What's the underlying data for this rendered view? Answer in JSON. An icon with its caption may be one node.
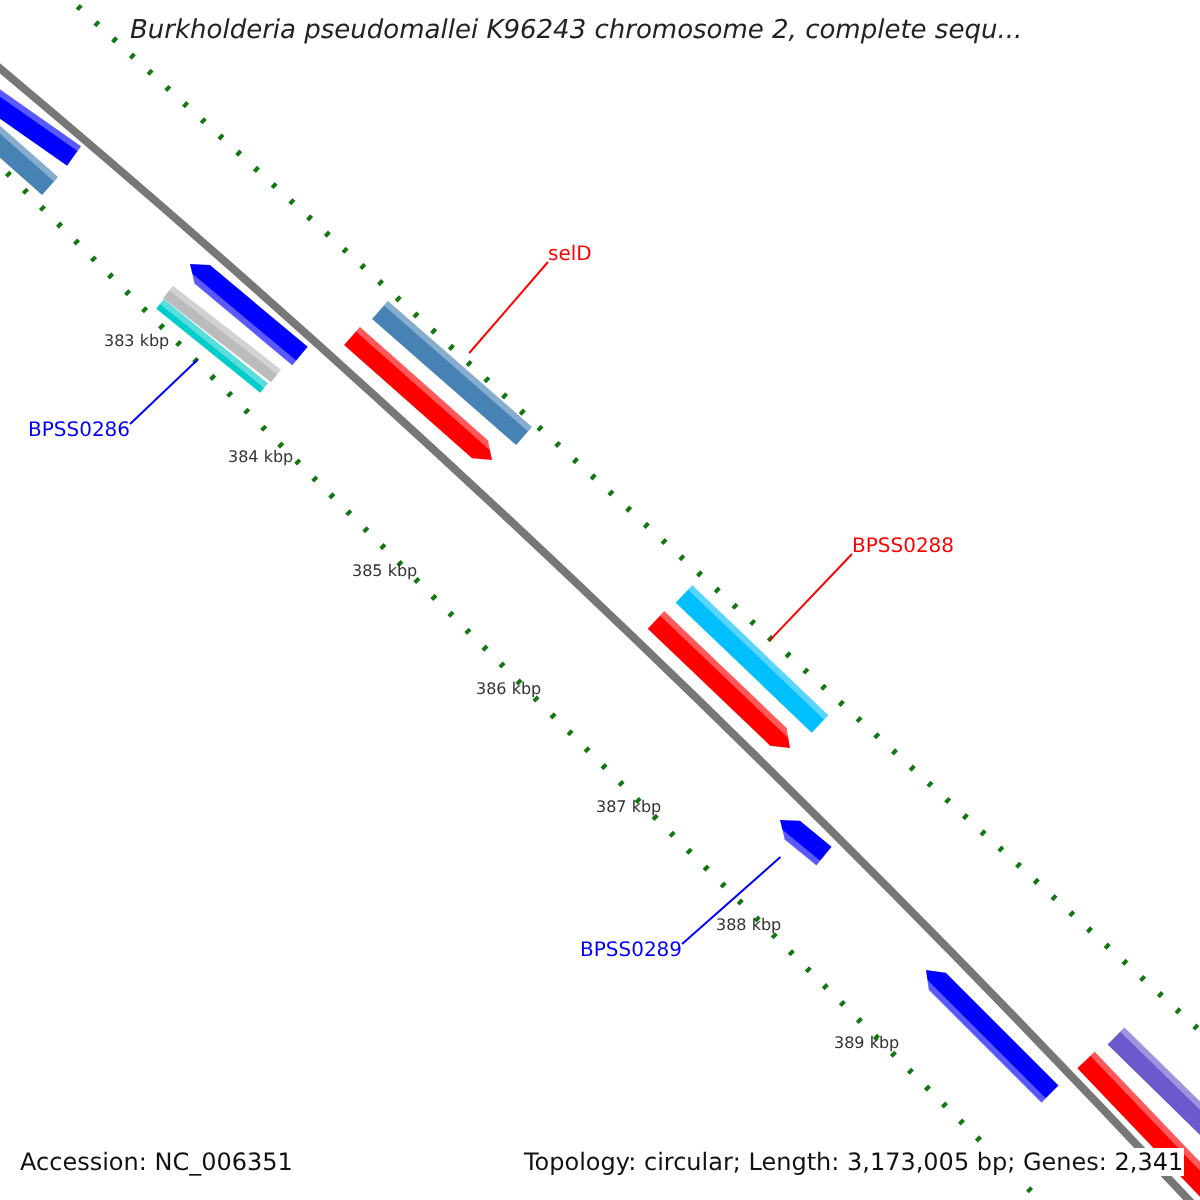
{
  "diagram": {
    "title": "Burkholderia pseudomallei K96243 chromosome 2, complete sequ...",
    "nodes": [
      {
        "text": [
          "selD"
        ]
      },
      {
        "text": [],
        "shape": "bar"
      },
      {
        "text": [
          "BPSS0288"
        ]
      },
      {
        "text": [],
        "shape": "bar"
      },
      {
        "text": [
          "BPSS0286"
        ]
      },
      {
        "text": [],
        "shape": "bar"
      },
      {
        "text": [
          "BPSS0289"
        ]
      },
      {
        "text": [],
        "shape": "bar"
      }
    ],
    "edges": [
      {
        "from": 0,
        "to": 1,
        "arrow": "none",
        "color": "#ff0000"
      },
      {
        "from": 2,
        "to": 3,
        "arrow": "none",
        "color": "#ff0000"
      },
      {
        "from": 4,
        "to": 5,
        "arrow": "none",
        "color": "#0000ff"
      },
      {
        "from": 6,
        "to": 7,
        "arrow": "none",
        "color": "#0000ff"
      }
    ],
    "labels": [
      "383 kbp",
      "384 kbp",
      "385 kbp",
      "386 kbp",
      "387 kbp",
      "388 kbp",
      "389 kbp",
      "Accession: NC_006351",
      "Topology: circular; Length: 3,173,005 bp; Genes: 2,341"
    ]
  }
}
